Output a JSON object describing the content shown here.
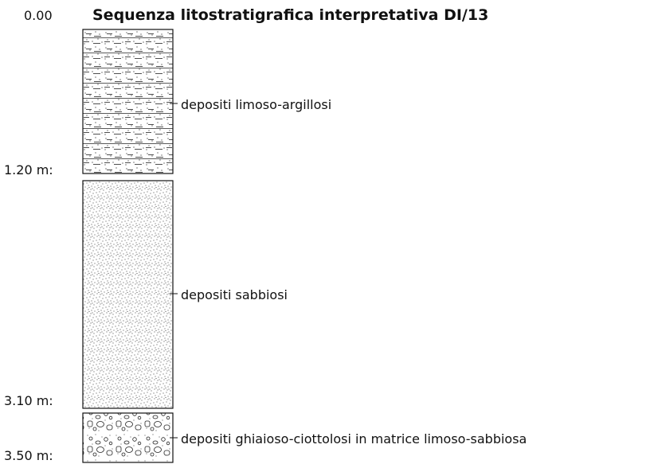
{
  "title": "Sequenza litostratigrafica interpretativa DI/13",
  "depths": {
    "top": "0.00",
    "d1": "1.20 m:",
    "d2": "3.10 m:",
    "d3": "3.50 m:"
  },
  "layers": [
    {
      "label": "depositi limoso-argillosi",
      "pattern": "silt-clay"
    },
    {
      "label": "depositi sabbiosi",
      "pattern": "sand"
    },
    {
      "label": "depositi ghiaioso-ciottolosi in matrice limoso-sabbiosa",
      "pattern": "gravel-pebbles"
    }
  ]
}
